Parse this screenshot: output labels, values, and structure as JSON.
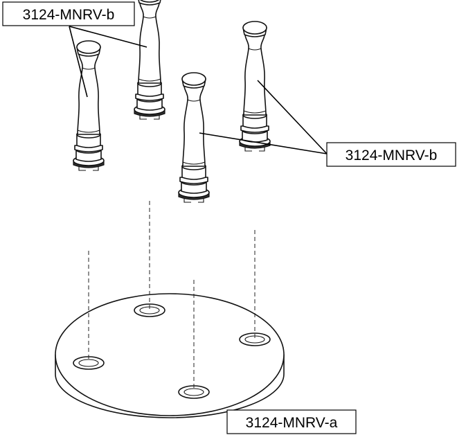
{
  "callouts": {
    "top_left": "3124-MNRV-b",
    "right": "3124-MNRV-b",
    "bottom": "3124-MNRV-a"
  },
  "parts": {
    "handle_count": 4,
    "base_hole_count": 4
  },
  "colors": {
    "line": "#111111",
    "fill": "#ffffff"
  }
}
